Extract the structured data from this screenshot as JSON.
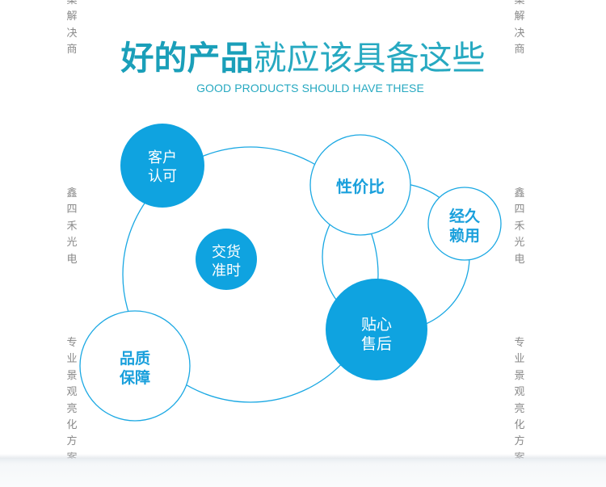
{
  "title": {
    "bold": "好的产品",
    "light": "就应该具备这些"
  },
  "subtitle": "GOOD PRODUCTS SHOULD HAVE THESE",
  "side_text": {
    "top_left": "案解决商",
    "top_right": "案解决商",
    "mid_left": "鑫四禾光电",
    "mid_right": "鑫四禾光电",
    "bot_left": "专业景观亮化方案解",
    "bot_right": "专业景观亮化方案解"
  },
  "circles": {
    "customer": [
      "客户",
      "认可"
    ],
    "delivery": [
      "交货",
      "准时"
    ],
    "value": [
      "性价比"
    ],
    "durable": [
      "经久",
      "赖用"
    ],
    "after_sales": [
      "贴心",
      "售后"
    ],
    "quality": [
      "品质",
      "保障"
    ]
  },
  "colors": {
    "accent": "#0fa3e0",
    "title": "#1a9fb9",
    "line": "#1aa8e3",
    "side_text": "#8a8a8a"
  }
}
